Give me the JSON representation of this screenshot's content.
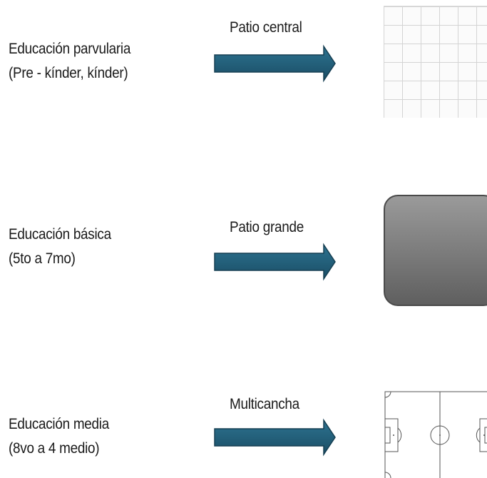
{
  "rows": [
    {
      "level_line1": "Educación parvularia",
      "level_line2": "(Pre - kínder, kínder)",
      "place": "Patio central",
      "image_icon": "tiled-floor-icon"
    },
    {
      "level_line1": "Educación básica",
      "level_line2": "(5to a 7mo)",
      "place": "Patio grande",
      "image_icon": "rounded-rectangle-icon"
    },
    {
      "level_line1": "Educación media",
      "level_line2": "(8vo a 4 medio)",
      "place": "Multicancha",
      "image_icon": "soccer-field-icon"
    }
  ],
  "colors": {
    "arrow_fill_top": "#2b6f8a",
    "arrow_fill_bottom": "#1b4e66",
    "arrow_stroke": "#163f52",
    "text": "#1a1a1a"
  }
}
